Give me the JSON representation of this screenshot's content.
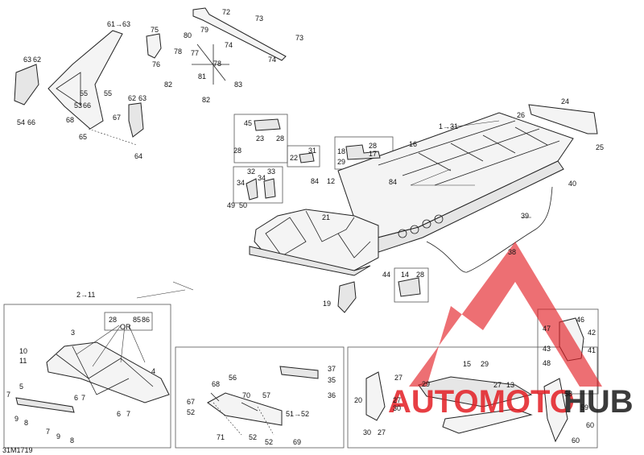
{
  "diagram_code": "31M1719",
  "watermark": {
    "brand_left": "AUTOMOTO",
    "brand_right": "HUB",
    "color": "#e31e24",
    "color_dark": "#1a1a1a"
  },
  "callouts": [
    {
      "id": "c1",
      "text": "61→63"
    },
    {
      "id": "c2",
      "text": "75"
    },
    {
      "id": "c3",
      "text": "72"
    },
    {
      "id": "c4",
      "text": "73"
    },
    {
      "id": "c5",
      "text": "80"
    },
    {
      "id": "c6",
      "text": "79"
    },
    {
      "id": "c7",
      "text": "74"
    },
    {
      "id": "c8",
      "text": "73"
    },
    {
      "id": "c9",
      "text": "78"
    },
    {
      "id": "c10",
      "text": "77"
    },
    {
      "id": "c11",
      "text": "78"
    },
    {
      "id": "c12",
      "text": "76"
    },
    {
      "id": "c13",
      "text": "74"
    },
    {
      "id": "c14",
      "text": "63"
    },
    {
      "id": "c15",
      "text": "62"
    },
    {
      "id": "c16",
      "text": "55"
    },
    {
      "id": "c17",
      "text": "53"
    },
    {
      "id": "c18",
      "text": "66"
    },
    {
      "id": "c19",
      "text": "55"
    },
    {
      "id": "c20",
      "text": "68"
    },
    {
      "id": "c21",
      "text": "54"
    },
    {
      "id": "c22",
      "text": "66"
    },
    {
      "id": "c23",
      "text": "67"
    },
    {
      "id": "c24",
      "text": "65"
    },
    {
      "id": "c25",
      "text": "62"
    },
    {
      "id": "c26",
      "text": "63"
    },
    {
      "id": "c27",
      "text": "64"
    },
    {
      "id": "c28",
      "text": "82"
    },
    {
      "id": "c29",
      "text": "81"
    },
    {
      "id": "c30",
      "text": "83"
    },
    {
      "id": "c31",
      "text": "82"
    },
    {
      "id": "c32",
      "text": "24"
    },
    {
      "id": "c33",
      "text": "26"
    },
    {
      "id": "c34",
      "text": "25"
    },
    {
      "id": "c35",
      "text": "45"
    },
    {
      "id": "c36",
      "text": "1→31"
    },
    {
      "id": "c37",
      "text": "23"
    },
    {
      "id": "c38",
      "text": "28"
    },
    {
      "id": "c39",
      "text": "28"
    },
    {
      "id": "c40",
      "text": "31"
    },
    {
      "id": "c41",
      "text": "18"
    },
    {
      "id": "c42",
      "text": "22"
    },
    {
      "id": "c43",
      "text": "28"
    },
    {
      "id": "c44",
      "text": "17"
    },
    {
      "id": "c45",
      "text": "29"
    },
    {
      "id": "c46",
      "text": "16"
    },
    {
      "id": "c47",
      "text": "32"
    },
    {
      "id": "c48",
      "text": "34"
    },
    {
      "id": "c49",
      "text": "33"
    },
    {
      "id": "c50",
      "text": "34"
    },
    {
      "id": "c51",
      "text": "84"
    },
    {
      "id": "c52",
      "text": "12"
    },
    {
      "id": "c53",
      "text": "84"
    },
    {
      "id": "c54",
      "text": "40"
    },
    {
      "id": "c55",
      "text": "49"
    },
    {
      "id": "c56",
      "text": "50"
    },
    {
      "id": "c57",
      "text": "21"
    },
    {
      "id": "c58",
      "text": "39"
    },
    {
      "id": "c59",
      "text": "38"
    },
    {
      "id": "c60",
      "text": "44"
    },
    {
      "id": "c61",
      "text": "14"
    },
    {
      "id": "c62",
      "text": "28"
    },
    {
      "id": "c63",
      "text": "19"
    },
    {
      "id": "c64",
      "text": "2→11"
    },
    {
      "id": "c65",
      "text": "28"
    },
    {
      "id": "c66",
      "text": "OR"
    },
    {
      "id": "c67",
      "text": "85"
    },
    {
      "id": "c68",
      "text": "86"
    },
    {
      "id": "c69",
      "text": "3"
    },
    {
      "id": "c70",
      "text": "10"
    },
    {
      "id": "c71",
      "text": "11"
    },
    {
      "id": "c72",
      "text": "4"
    },
    {
      "id": "c73",
      "text": "5"
    },
    {
      "id": "c74",
      "text": "7"
    },
    {
      "id": "c75",
      "text": "9"
    },
    {
      "id": "c76",
      "text": "8"
    },
    {
      "id": "c77",
      "text": "6"
    },
    {
      "id": "c78",
      "text": "7"
    },
    {
      "id": "c79",
      "text": "7"
    },
    {
      "id": "c80",
      "text": "9"
    },
    {
      "id": "c81",
      "text": "8"
    },
    {
      "id": "c82",
      "text": "6"
    },
    {
      "id": "c83",
      "text": "7"
    },
    {
      "id": "c84",
      "text": "37"
    },
    {
      "id": "c85",
      "text": "35"
    },
    {
      "id": "c86",
      "text": "36"
    },
    {
      "id": "c87",
      "text": "68"
    },
    {
      "id": "c88",
      "text": "56"
    },
    {
      "id": "c89",
      "text": "70"
    },
    {
      "id": "c90",
      "text": "57"
    },
    {
      "id": "c91",
      "text": "67"
    },
    {
      "id": "c92",
      "text": "52"
    },
    {
      "id": "c93",
      "text": "51→52"
    },
    {
      "id": "c94",
      "text": "71"
    },
    {
      "id": "c95",
      "text": "52"
    },
    {
      "id": "c96",
      "text": "52"
    },
    {
      "id": "c97",
      "text": "69"
    },
    {
      "id": "c98",
      "text": "46"
    },
    {
      "id": "c99",
      "text": "47"
    },
    {
      "id": "c100",
      "text": "42"
    },
    {
      "id": "c101",
      "text": "43"
    },
    {
      "id": "c102",
      "text": "41"
    },
    {
      "id": "c103",
      "text": "48"
    },
    {
      "id": "c104",
      "text": "15"
    },
    {
      "id": "c105",
      "text": "29"
    },
    {
      "id": "c106",
      "text": "27"
    },
    {
      "id": "c107",
      "text": "29"
    },
    {
      "id": "c108",
      "text": "27"
    },
    {
      "id": "c109",
      "text": "13"
    },
    {
      "id": "c110",
      "text": "20"
    },
    {
      "id": "c111",
      "text": "27"
    },
    {
      "id": "c112",
      "text": "30"
    },
    {
      "id": "c113",
      "text": "30"
    },
    {
      "id": "c114",
      "text": "27"
    },
    {
      "id": "c115",
      "text": "58"
    },
    {
      "id": "c116",
      "text": "59"
    },
    {
      "id": "c117",
      "text": "60"
    },
    {
      "id": "c118",
      "text": "60"
    }
  ]
}
